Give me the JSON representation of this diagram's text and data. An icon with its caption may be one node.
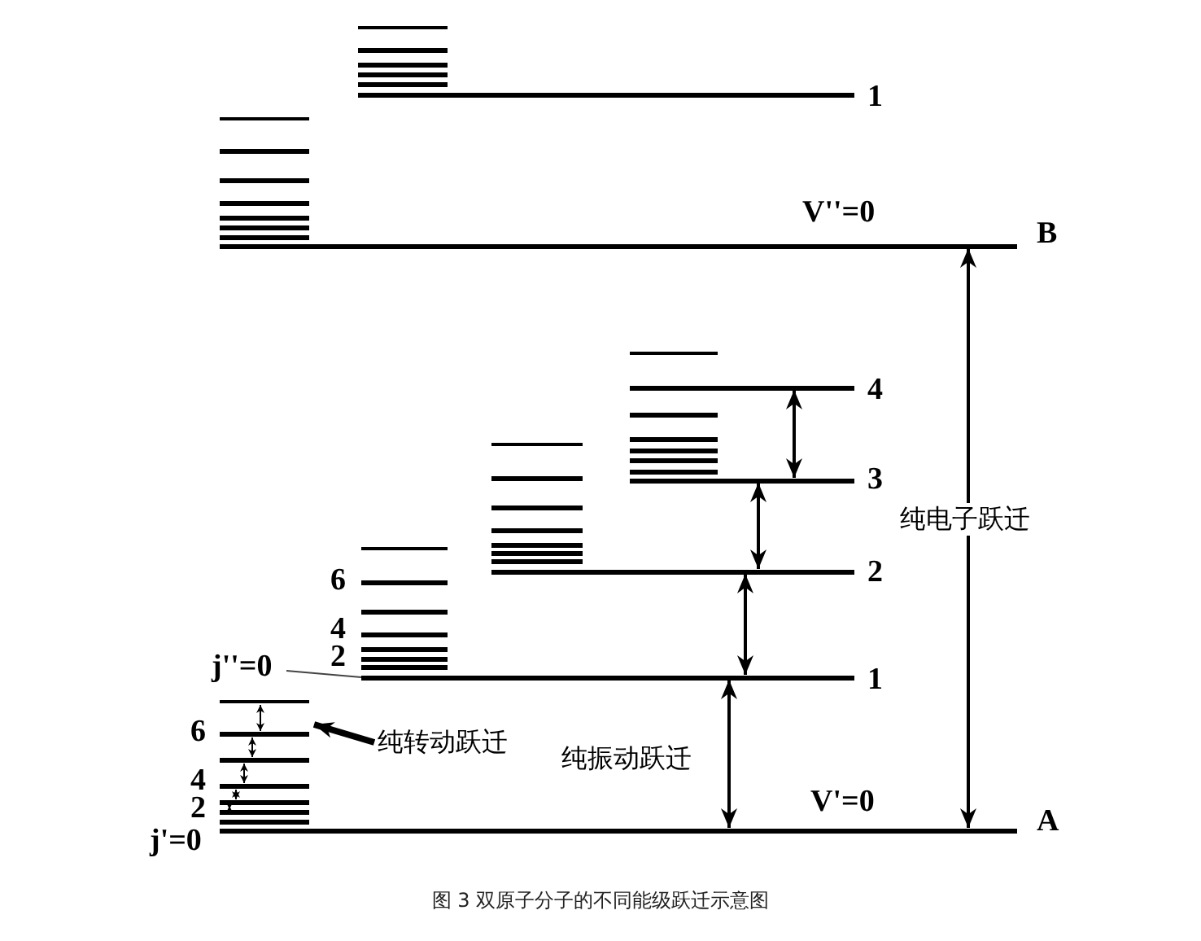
{
  "diagram": {
    "caption": "图 3 双原子分子的不同能级跃迁示意图",
    "nodes": [
      {
        "text": [
          "V'=0",
          "A"
        ]
      },
      {
        "text": [
          "1"
        ]
      },
      {
        "text": [
          "2"
        ]
      },
      {
        "text": [
          "3"
        ]
      },
      {
        "text": [
          "4"
        ]
      },
      {
        "text": [
          "V''=0",
          "B"
        ]
      },
      {
        "text": [
          "1"
        ]
      },
      {
        "text": [
          "纯转动跃迁"
        ]
      },
      {
        "text": [
          "j''=0"
        ]
      },
      {
        "text": [],
        "shape": "bar"
      }
    ],
    "edges": [
      {
        "from": 0,
        "to": 1,
        "arrow": "both",
        "label": "纯振动跃迁"
      },
      {
        "from": 1,
        "to": 2,
        "arrow": "both"
      },
      {
        "from": 2,
        "to": 3,
        "arrow": "both"
      },
      {
        "from": 3,
        "to": 4,
        "arrow": "both"
      },
      {
        "from": 0,
        "to": 5,
        "arrow": "both",
        "label": "纯电子跃迁"
      },
      {
        "from": 7,
        "to": 9,
        "arrow": "to",
        "style": "thick"
      },
      {
        "from": 8,
        "to": 1,
        "arrow": "none"
      }
    ],
    "labels": [
      "6",
      "4",
      "2",
      "6",
      "4",
      "2",
      "j'=0"
    ]
  }
}
